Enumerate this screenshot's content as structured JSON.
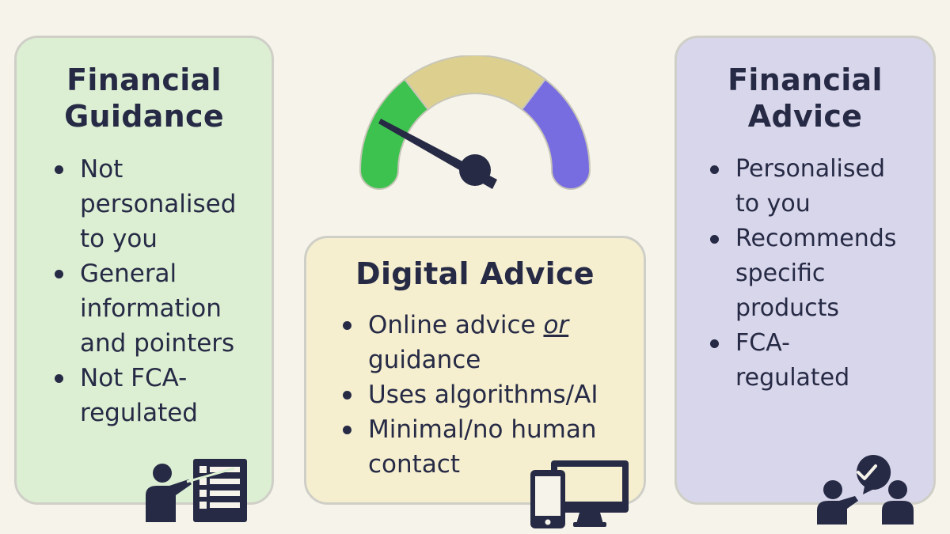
{
  "guidance": {
    "title": "Financial Guidance",
    "title_line1": "Financial",
    "title_line2": "Guidance",
    "bullets": [
      [
        "Not",
        "personalised",
        "to you"
      ],
      [
        "General",
        "information",
        "and pointers"
      ],
      [
        "Not FCA-",
        "regulated"
      ]
    ],
    "color": "#dcefd3",
    "icon": "presenter-board-icon"
  },
  "digital": {
    "title": "Digital Advice",
    "bullets": [
      {
        "line1": "Online advice ",
        "emph": "or",
        "line2": "guidance"
      },
      {
        "line1": "Uses algorithms/AI"
      },
      {
        "line1": "Minimal/no human",
        "line2": "contact"
      }
    ],
    "color": "#f5efcf",
    "icon": "phone-and-monitor-icon"
  },
  "advice": {
    "title": "Financial Advice",
    "title_line1": "Financial",
    "title_line2": "Advice",
    "bullets": [
      [
        "Personalised",
        "to you"
      ],
      [
        "Recommends",
        "specific",
        "products"
      ],
      [
        "FCA-",
        "regulated"
      ]
    ],
    "color": "#d8d6ea",
    "icon": "consultation-people-icon"
  },
  "gauge": {
    "segment_colors": [
      "#3ec24f",
      "#ddd08f",
      "#776ce0"
    ],
    "needle_color": "#262a45",
    "needle_position": "guidance"
  }
}
